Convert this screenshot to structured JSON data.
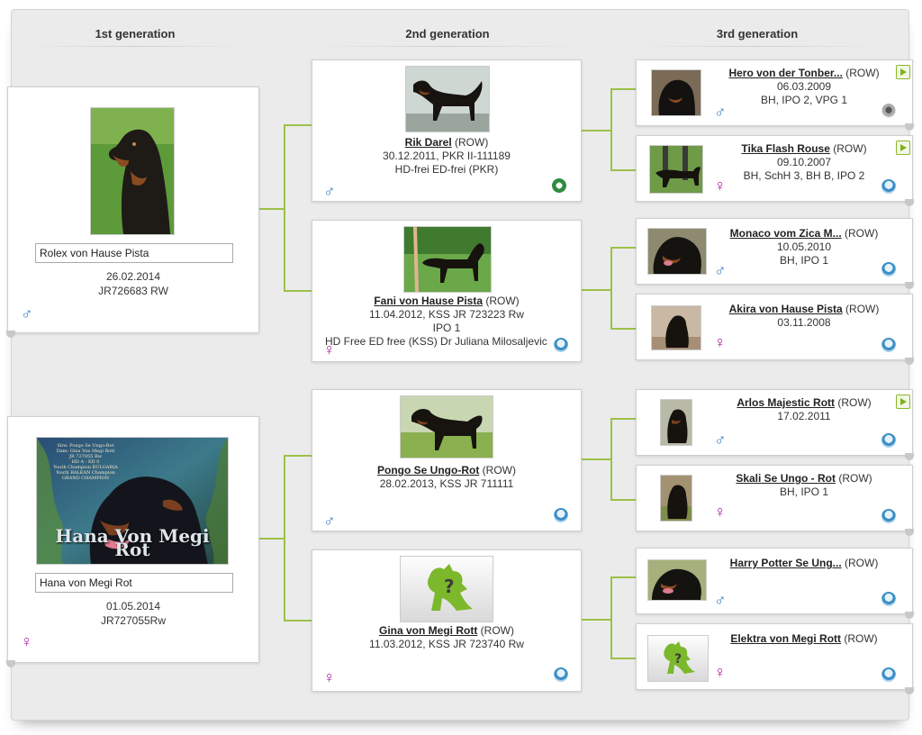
{
  "headers": {
    "gen1": "1st generation",
    "gen2": "2nd generation",
    "gen3": "3rd generation"
  },
  "gen1": [
    {
      "name": "Rolex von Hause Pista",
      "date": "26.02.2014",
      "reg": "JR726683 RW",
      "sex": "♂"
    },
    {
      "name": "Hana von Megi Rot",
      "date": "01.05.2014",
      "reg": "JR727055Rw",
      "sex": "♀",
      "photo_text": "Hana Von Megi Rot",
      "photo_lines": [
        "Sire: Pongo Se Ungo-Rot",
        "Dam: Gina Von Megi Rott",
        "JR 727055 Rw",
        "HD A - ED 0",
        "Youth Champion BULGARIA",
        "Youth BALKAN Champion",
        "GRAND CHAMPION"
      ]
    }
  ],
  "gen2": [
    {
      "name": "Rik Darel",
      "suffix": " (ROW)",
      "line1": "30.12.2011, PKR II-111189",
      "line2": "HD-frei ED-frei (PKR)",
      "line3": "",
      "sex": "♂",
      "badge": "pkr"
    },
    {
      "name": "Fani von Hause Pista",
      "suffix": " (ROW)",
      "line1": "11.04.2012, KSS JR 723223 Rw",
      "line2": "IPO 1",
      "line3": "HD Free ED free (KSS) Dr Juliana Milosaljevic",
      "sex": "♀",
      "badge": "kss"
    },
    {
      "name": "Pongo Se Ungo-Rot",
      "suffix": " (ROW)",
      "line1": "28.02.2013, KSS JR 711111",
      "line2": "",
      "line3": "",
      "sex": "♂",
      "badge": "kss"
    },
    {
      "name": "Gina von Megi Rott",
      "suffix": " (ROW)",
      "line1": "11.03.2012, KSS JR 723740 Rw",
      "line2": "",
      "line3": "",
      "sex": "♀",
      "badge": "kss"
    }
  ],
  "gen3": [
    {
      "name": "Hero von der Tonber...",
      "suffix": " (ROW)",
      "line1": "06.03.2009",
      "line2": "BH, IPO 2, VPG 1",
      "sex": "♂",
      "badge": "bw",
      "play": true
    },
    {
      "name": "Tika Flash Rouse",
      "suffix": " (ROW)",
      "line1": "09.10.2007",
      "line2": "BH, SchH 3, BH B, IPO 2",
      "sex": "♀",
      "badge": "kss",
      "play": true
    },
    {
      "name": "Monaco vom Zica M...",
      "suffix": " (ROW)",
      "line1": "10.05.2010",
      "line2": "BH, IPO 1",
      "sex": "♂",
      "badge": "kss",
      "play": false
    },
    {
      "name": "Akira von Hause Pista",
      "suffix": " (ROW)",
      "line1": "03.11.2008",
      "line2": "",
      "sex": "♀",
      "badge": "kss",
      "play": false
    },
    {
      "name": "Arlos Majestic Rott",
      "suffix": " (ROW)",
      "line1": "17.02.2011",
      "line2": "",
      "sex": "♂",
      "badge": "kss",
      "play": true
    },
    {
      "name": "Skali Se Ungo - Rot",
      "suffix": " (ROW)",
      "line1": "BH, IPO 1",
      "line2": "",
      "sex": "♀",
      "badge": "kss",
      "play": false
    },
    {
      "name": "Harry Potter Se Ung...",
      "suffix": " (ROW)",
      "line1": "",
      "line2": "",
      "sex": "♂",
      "badge": "kss",
      "play": false
    },
    {
      "name": "Elektra von Megi Rott",
      "suffix": " (ROW)",
      "line1": "",
      "line2": "",
      "sex": "♀",
      "badge": "kss",
      "play": false
    }
  ]
}
